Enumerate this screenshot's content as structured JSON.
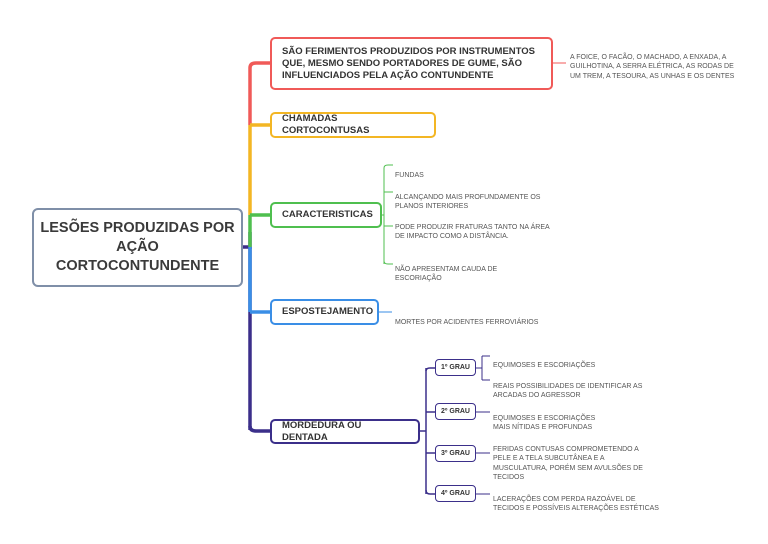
{
  "diagram": {
    "root": "LESÕES PRODUZIDAS POR AÇÃO CORTOCONTUNDENTE",
    "branches": [
      {
        "label": "SÃO FERIMENTOS PRODUZIDOS POR INSTRUMENTOS QUE, MESMO SENDO PORTADORES DE GUME, SÃO INFLUENCIADOS PELA AÇÃO CONTUNDENTE",
        "color": "#f05a58",
        "notes": [
          "A FOICE, O FACÃO, O MACHADO, A ENXADA, A GUILHOTINA, A SERRA ELÉTRICA, AS RODAS DE UM TREM, A TESOURA, AS UNHAS E OS DENTES"
        ]
      },
      {
        "label": "CHAMADAS CORTOCONTUSAS",
        "color": "#f3b624",
        "notes": []
      },
      {
        "label": "CARACTERISTICAS",
        "color": "#4fbf4f",
        "notes": [
          "FUNDAS",
          "ALCANÇANDO MAIS PROFUNDAMENTE OS PLANOS INTERIORES",
          "PODE PRODUZIR FRATURAS TANTO NA ÁREA DE IMPACTO COMO A DISTÂNCIA.",
          "NÃO APRESENTAM CAUDA DE ESCORIAÇÃO"
        ]
      },
      {
        "label": "ESPOSTEJAMENTO",
        "color": "#3a8ee6",
        "notes": [
          "MORTES POR ACIDENTES FERROVIÁRIOS"
        ]
      },
      {
        "label": "MORDEDURA OU DENTADA",
        "color": "#3b2f8a",
        "grades": [
          {
            "label": "1º GRAU",
            "notes": [
              "EQUIMOSES E ESCORIAÇÕES",
              "REAIS POSSIBILIDADES DE IDENTIFICAR AS ARCADAS DO AGRESSOR"
            ]
          },
          {
            "label": "2º GRAU",
            "notes": [
              "EQUIMOSES E ESCORIAÇÕES MAIS NÍTIDAS E PROFUNDAS"
            ]
          },
          {
            "label": "3º GRAU",
            "notes": [
              "FERIDAS CONTUSAS COMPROMETENDO A PELE E A TELA SUBCUTÂNEA E A MUSCULATURA, PORÉM SEM AVULSÕES DE TECIDOS"
            ]
          },
          {
            "label": "4º GRAU",
            "notes": [
              "LACERAÇÕES COM PERDA RAZOÁVEL DE TECIDOS E POSSÍVEIS ALTERAÇÕES ESTÉTICAS"
            ]
          }
        ]
      }
    ]
  }
}
